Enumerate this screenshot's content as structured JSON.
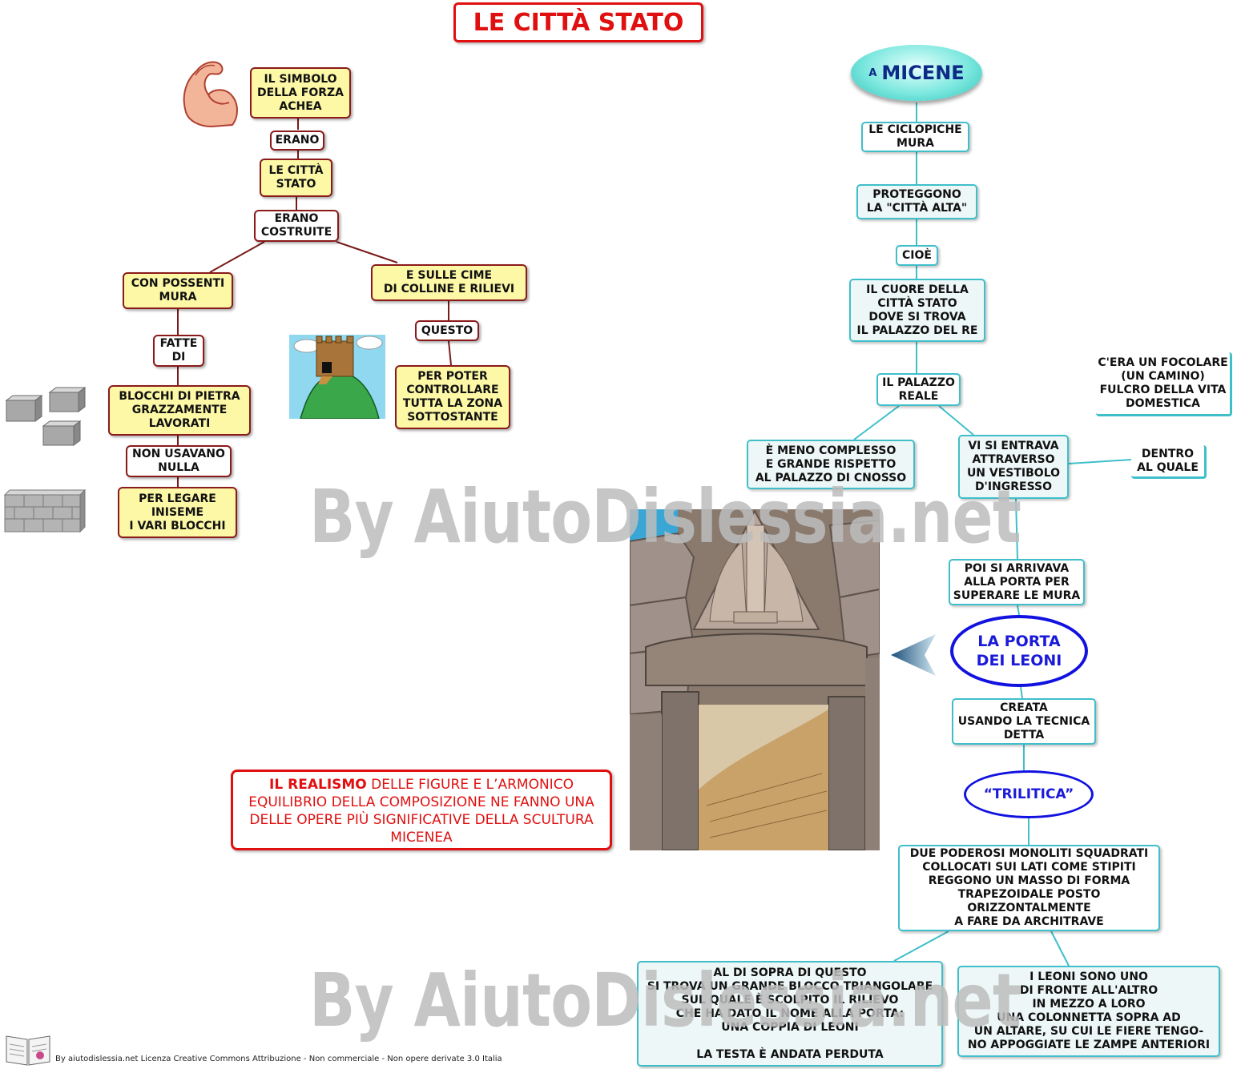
{
  "title": "LE CITTÀ STATO",
  "left": {
    "simbolo": "IL SIMBOLO\nDELLA FORZA\nACHEA",
    "erano": "ERANO",
    "citta_stato": "LE CITTÀ\nSTATO",
    "erano_costruite": "ERANO\nCOSTRUITE",
    "possenti_mura": "CON POSSENTI\nMURA",
    "sulle_cime": "E SULLE CIME\nDI COLLINE E RILIEVI",
    "fatte_di": "FATTE\nDI",
    "questo": "QUESTO",
    "blocchi": "BLOCCHI DI PIETRA\nGRAZZAMENTE\nLAVORATI",
    "per_poter": "PER POTER\nCONTROLLARE\nTUTTA LA ZONA\nSOTTOSTANTE",
    "non_usavano": "NON USAVANO\nNULLA",
    "per_legare": "PER LEGARE\nINISEME\nI VARI BLOCCHI"
  },
  "right": {
    "micene_prefix": "A",
    "micene": "MICENE",
    "ciclopiche": "LE CICLOPICHE\nMURA",
    "proteggono": "PROTEGGONO\nLA \"CITTÀ ALTA\"",
    "cioe": "CIOÈ",
    "cuore": "IL CUORE DELLA\nCITTÀ STATO\nDOVE SI TROVA\nIL PALAZZO DEL RE",
    "palazzo": "IL PALAZZO\nREALE",
    "focolare": "C'ERA UN FOCOLARE\n(UN CAMINO)\nFULCRO DELLA VITA\nDOMESTICA",
    "meno_complesso": "È MENO COMPLESSO\nE GRANDE RISPETTO\nAL PALAZZO DI CNOSSO",
    "vestibolo": "VI SI ENTRAVA\nATTRAVERSO\nUN VESTIBOLO\nD'INGRESSO",
    "dentro": "DENTRO\nAL QUALE",
    "poi": "POI SI ARRIVAVA\nALLA PORTA PER\nSUPERARE LE MURA",
    "porta": "LA  PORTA\nDEI LEONI",
    "creata": "CREATA\nUSANDO LA TECNICA\nDETTA",
    "trilitica": "“TRILITICA”",
    "monoliti": "DUE PODEROSI MONOLITI SQUADRATI\nCOLLOCATI SUI LATI COME STIPITI\nREGGONO UN MASSO DI FORMA\nTRAPEZOIDALE POSTO\nORIZZONTALMENTE\nA FARE DA ARCHITRAVE",
    "sopra": "AL DI SOPRA DI QUESTO\nSI TROVA UN GRANDE BLOCCO TRIANGOLARE\nSUL QUALE È SCOLPITO IL RILIEVO\nCHE  HA  DATO  IL  NOME  ALLA PORTA:\nUNA COPPIA DI LEONI\n\nLA TESTA È ANDATA PERDUTA",
    "leoni": "I LEONI SONO UNO\nDI FRONTE ALL'ALTRO\nIN MEZZO A LORO\nUNA COLONNETTA  SOPRA AD\nUN ALTARE, SU CUI LE FIERE TENGO-\nNO APPOGGIATE LE ZAMPE ANTERIORI"
  },
  "realismo": {
    "highlight": "IL REALISMO",
    "text": " DELLE FIGURE E L’ARMONICO EQUILIBRIO  DELLA  COMPOSIZIONE  NE  FANNO UNA DELLE OPERE PIÙ SIGNIFICATIVE DELLA SCULTURA MICENEA"
  },
  "watermark": "By AiutoDislessia.net",
  "footer": "By aiutodislessia.net Licenza Creative Commons Attribuzione - Non commerciale - Non opere derivate 3.0 Italia",
  "colors": {
    "red_accent": "#e01010",
    "yellow_box": "#fdf8a6",
    "dark_red_border": "#8b1a1a",
    "cyan_border": "#3fbfca",
    "blue_ellipse": "#1212e0",
    "watermark": "#bdbdbd"
  },
  "icons": [
    "flexed-arm-icon",
    "stone-blocks-icon",
    "stone-wall-icon",
    "castle-on-hill-icon",
    "lion-gate-photo",
    "arrow-left-icon",
    "book-logo-icon"
  ]
}
